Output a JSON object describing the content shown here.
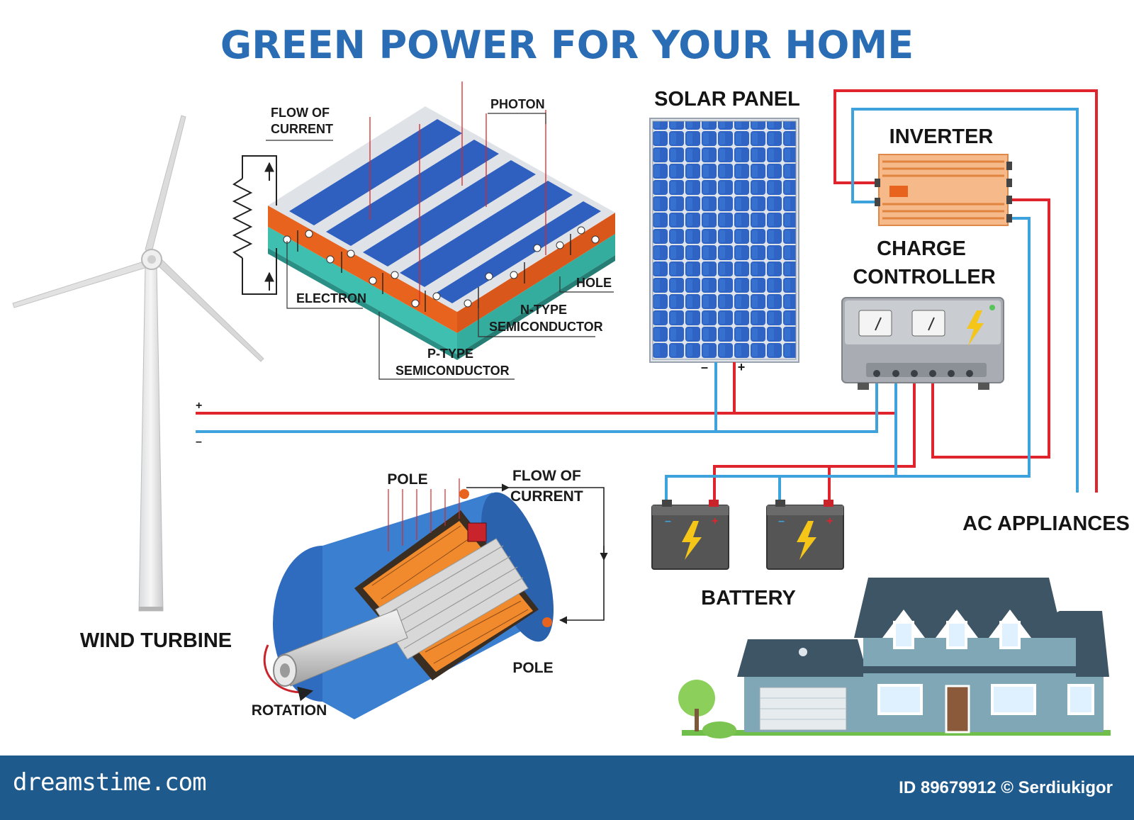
{
  "title": "GREEN POWER FOR YOUR HOME",
  "labels": {
    "flow_of_current_top_1": "FLOW OF",
    "flow_of_current_top_2": "CURRENT",
    "photon": "PHOTON",
    "electron": "ELECTRON",
    "hole": "HOLE",
    "n_type_1": "N-TYPE",
    "n_type_2": "SEMICONDUCTOR",
    "p_type_1": "P-TYPE",
    "p_type_2": "SEMICONDUCTOR",
    "solar_panel": "SOLAR PANEL",
    "inverter": "INVERTER",
    "charge_controller_1": "CHARGE",
    "charge_controller_2": "CONTROLLER",
    "wind_turbine": "WIND TURBINE",
    "pole_top": "POLE",
    "pole_bottom": "POLE",
    "flow_of_current_gen_1": "FLOW OF",
    "flow_of_current_gen_2": "CURRENT",
    "rotation": "ROTATION",
    "battery": "BATTERY",
    "ac_appliances": "AC APPLIANCES",
    "plus": "+",
    "minus": "–"
  },
  "footer": {
    "brand": "dreamstime.com",
    "stock_id": "ID 89679912 © Serdiukigor"
  },
  "colors": {
    "title": "#2a6db5",
    "positive_wire": "#e0242e",
    "negative_wire": "#3ea3dc",
    "footer": "#1e5a8c",
    "solar_cell": "#2f63c4",
    "battery": "#555555"
  }
}
